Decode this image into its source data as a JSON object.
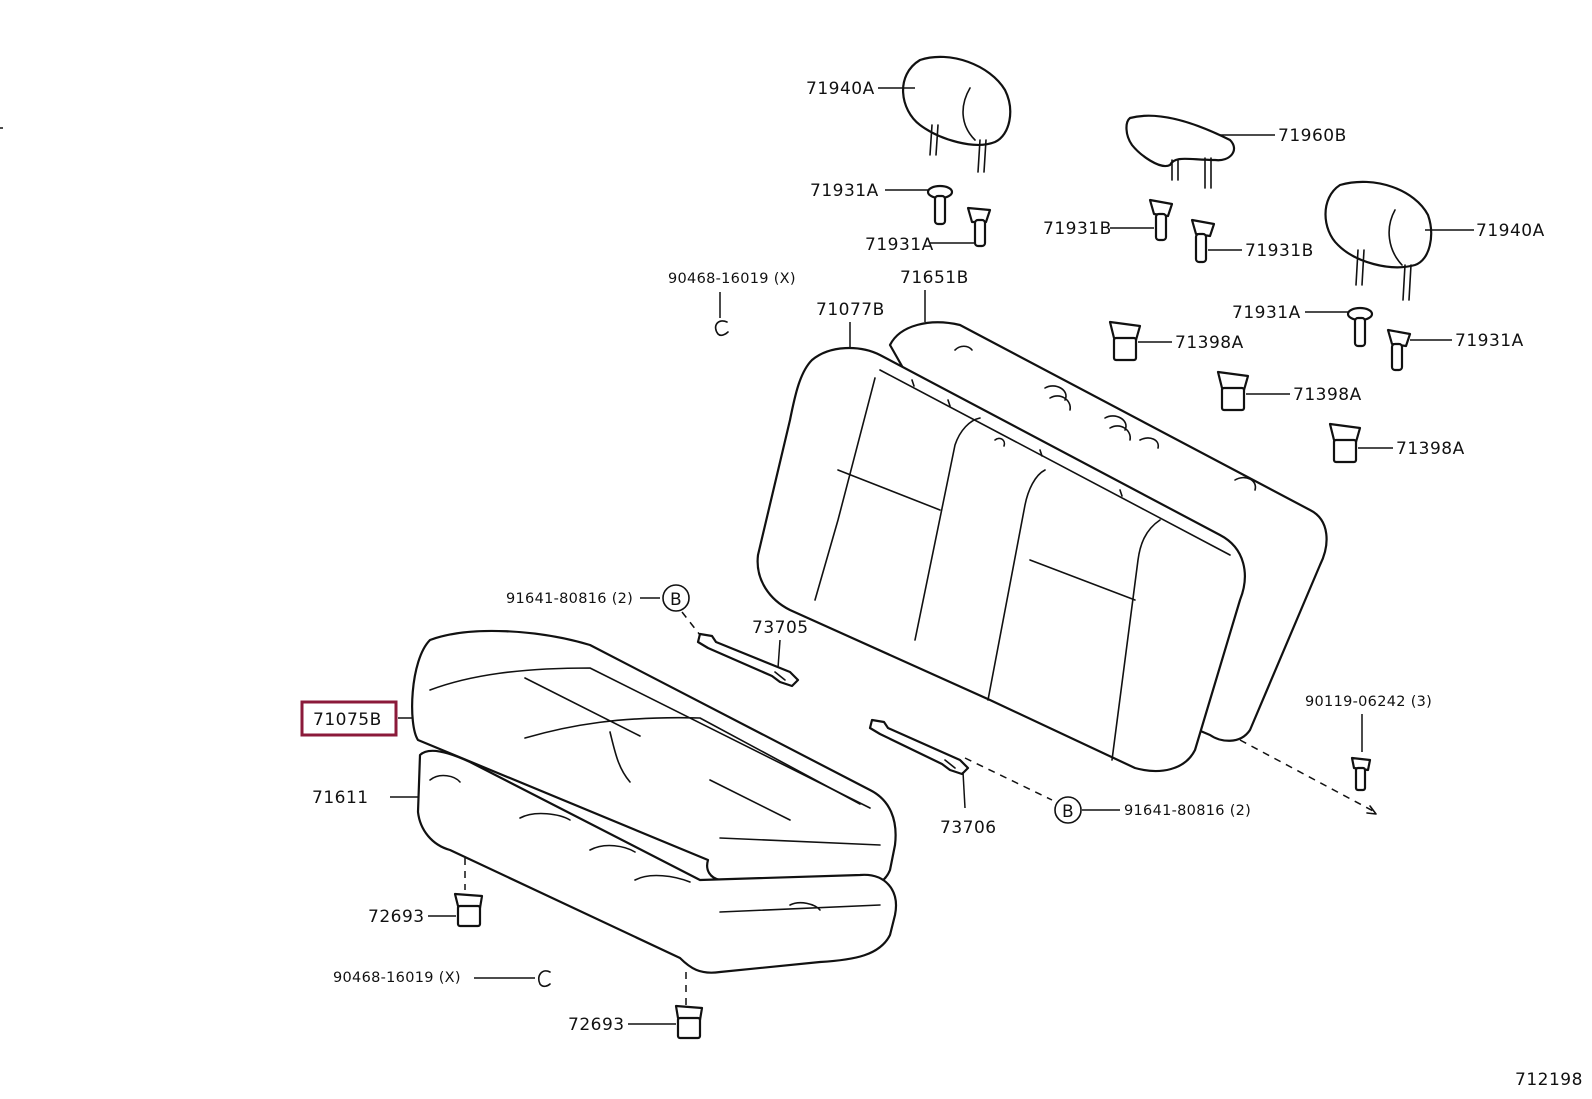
{
  "diagram_id": "712198",
  "highlight_color": "#8b1a3a",
  "callout_letter": "B",
  "labels": {
    "headrest_left": "71940A",
    "headrest_center": "71960B",
    "headrest_right": "71940A",
    "support_l1": "71931A",
    "support_l2": "71931A",
    "support_c1": "71931B",
    "support_c2": "71931B",
    "support_r1": "71931A",
    "support_r2": "71931A",
    "ring_upper": "90468-16019 (X)",
    "ring_lower": "90468-16019 (X)",
    "back_cover": "71651B",
    "back_pad": "71077B",
    "bezel_1": "71398A",
    "bezel_2": "71398A",
    "bezel_3": "71398A",
    "bolt_upper": "91641-80816 (2)",
    "bolt_lower": "91641-80816 (2)",
    "hinge_1": "73705",
    "hinge_2": "73706",
    "screw": "90119-06242 (3)",
    "cushion_cover": "71075B",
    "cushion_pad": "71611",
    "clip_1": "72693",
    "clip_2": "72693"
  }
}
